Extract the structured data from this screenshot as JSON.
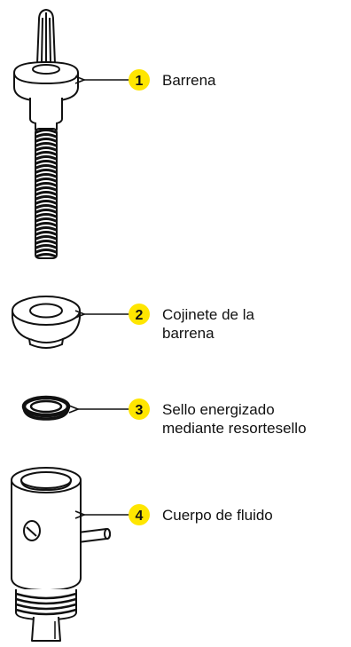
{
  "colors": {
    "badge": "#FFE600",
    "stroke": "#111111"
  },
  "parts": [
    {
      "number": "1",
      "line1": "Barrena",
      "line2": ""
    },
    {
      "number": "2",
      "line1": "Cojinete de la",
      "line2": "barrena"
    },
    {
      "number": "3",
      "line1": "Sello energizado",
      "line2": "mediante resortesello"
    },
    {
      "number": "4",
      "line1": "Cuerpo de fluido",
      "line2": ""
    }
  ]
}
